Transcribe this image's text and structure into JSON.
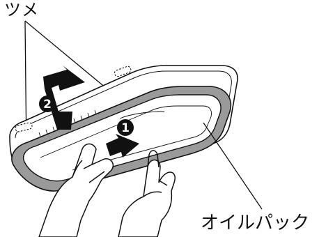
{
  "labels": {
    "claw": "ツメ",
    "oil_pack": "オイルパック"
  },
  "steps": [
    {
      "number": "1",
      "action": "pull-forward"
    },
    {
      "number": "2",
      "action": "lift-up"
    }
  ],
  "icons": {
    "step_badge": "filled-black-circle",
    "arrow": "thick-black-arrow",
    "hands": "gloved-hands"
  },
  "colors": {
    "outline": "#111111",
    "oil_pack_fill": "#9a9a9a",
    "arrow_fill": "#111111",
    "background": "#ffffff"
  }
}
